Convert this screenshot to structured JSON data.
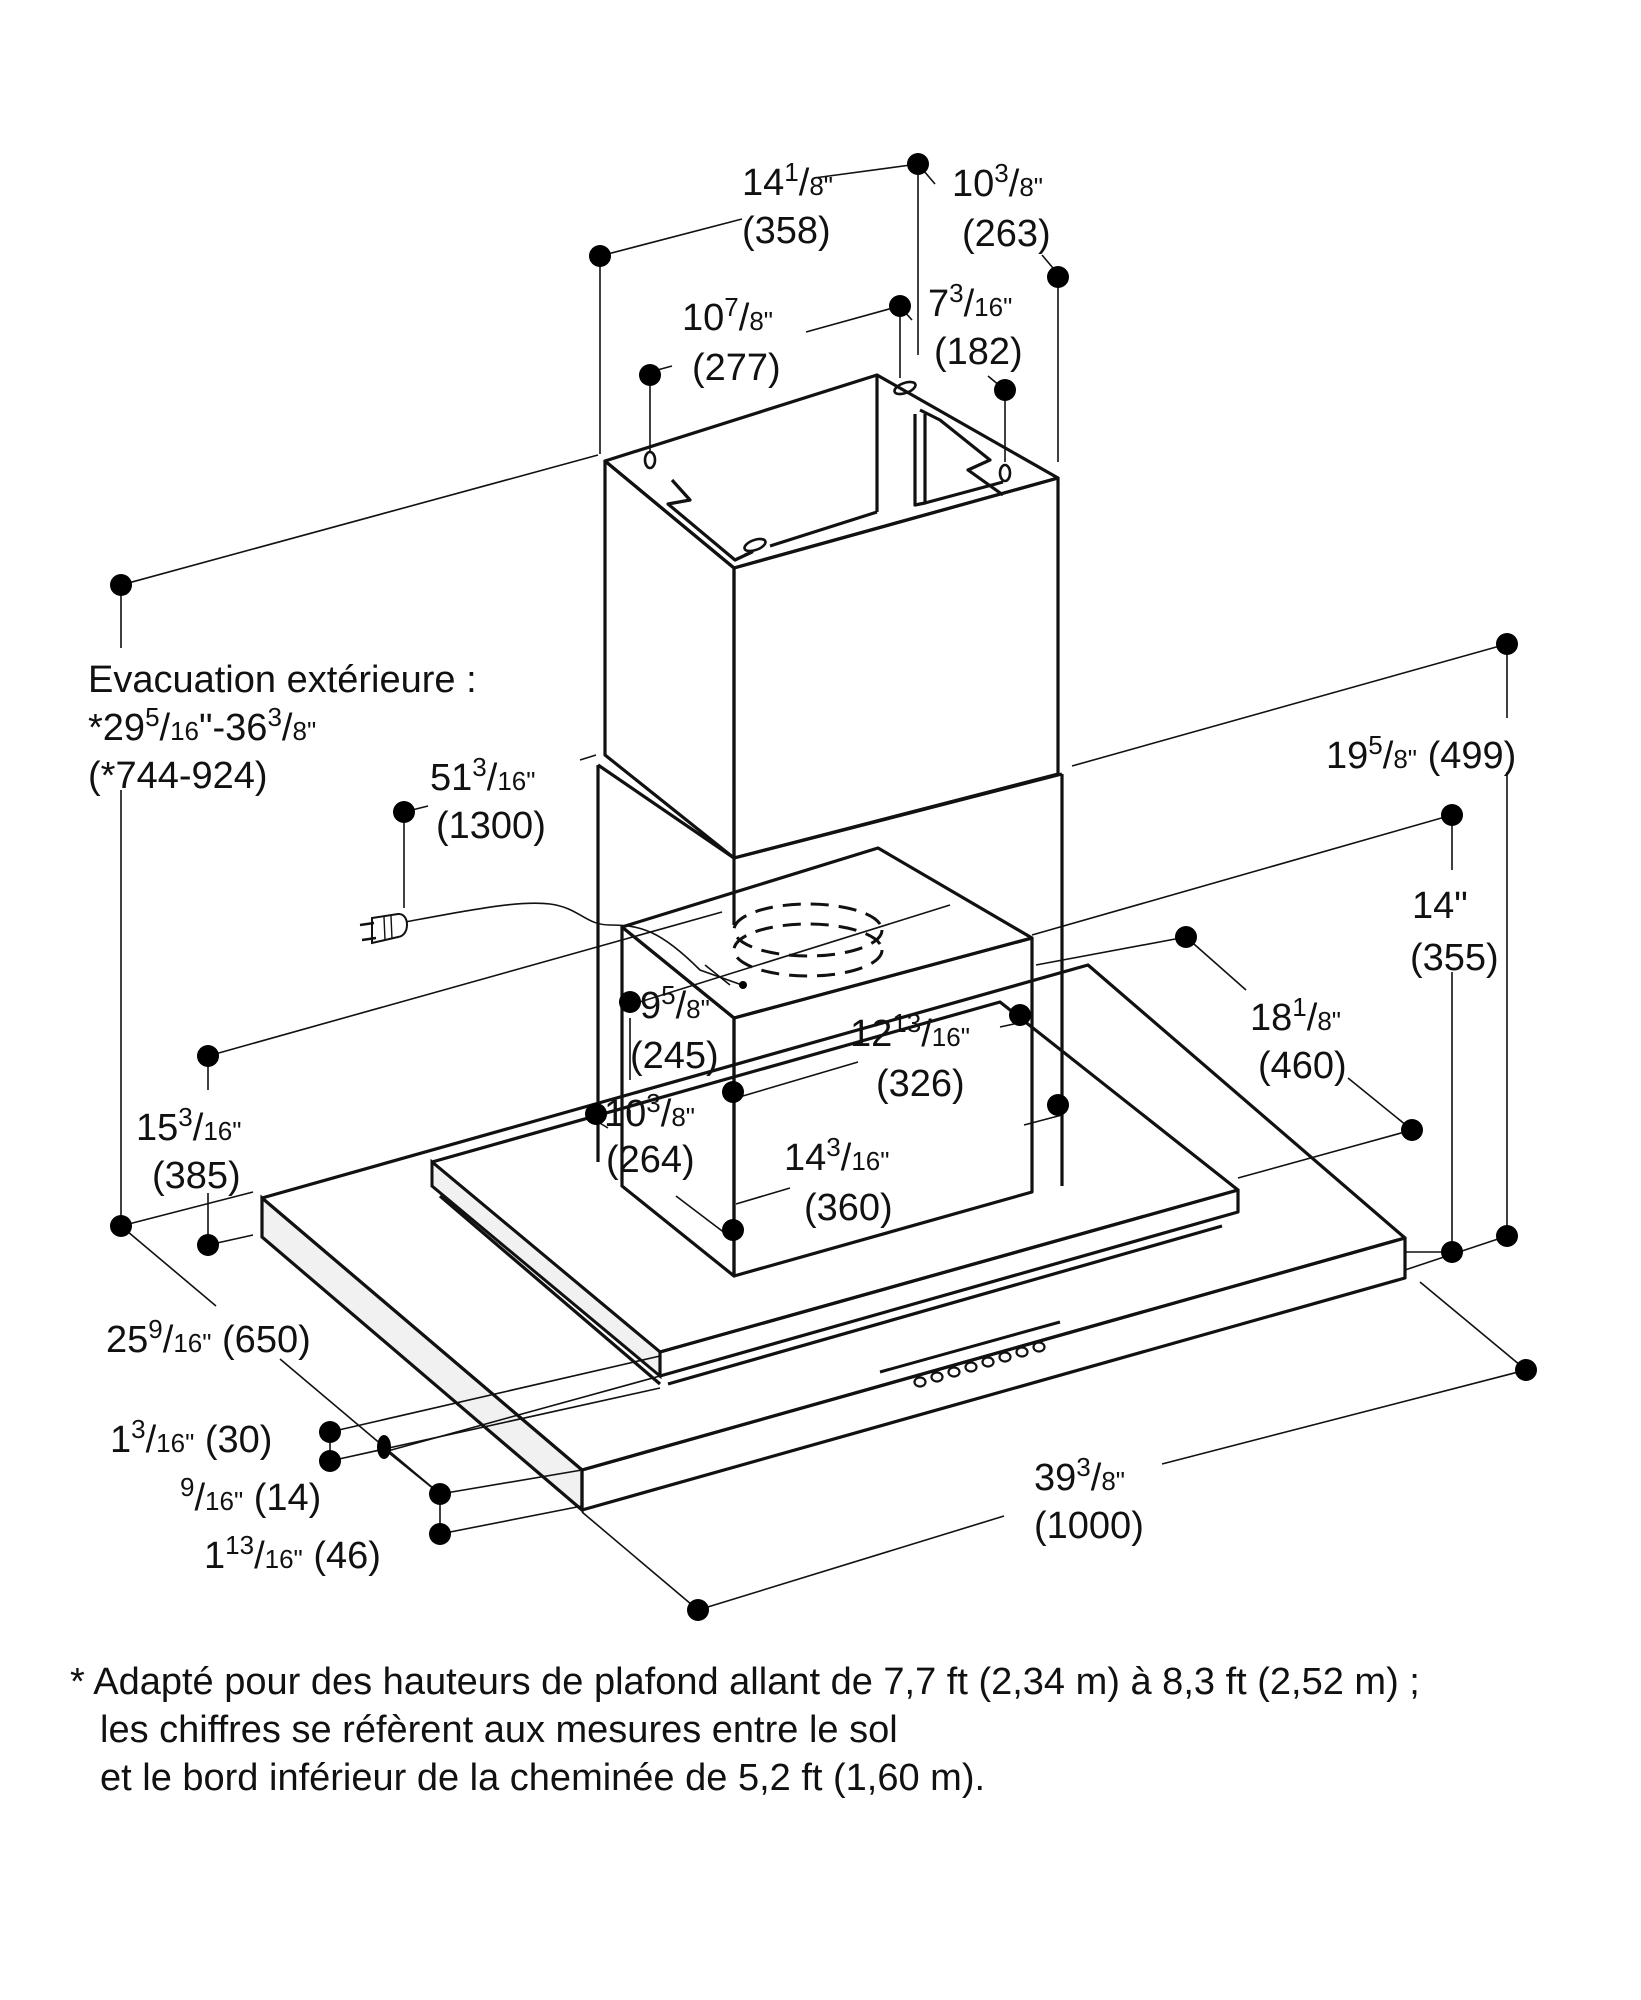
{
  "title": "Hotte îlot – schéma de dimensions",
  "dimensions": {
    "chimney_depth_top": {
      "whole": "14",
      "sup": "1",
      "den": "8",
      "mm": "(358)"
    },
    "chimney_width_top": {
      "whole": "10",
      "sup": "3",
      "den": "8",
      "mm": "(263)"
    },
    "bracket_depth": {
      "whole": "10",
      "sup": "7",
      "den": "8",
      "mm": "(277)"
    },
    "bracket_width": {
      "whole": "7",
      "sup": "3",
      "den": "16",
      "mm": "(182)"
    },
    "chimney_height": {
      "whole": "51",
      "sup": "3",
      "den": "16",
      "mm": "(1300)"
    },
    "total_depth": {
      "whole": "19",
      "sup": "5",
      "den": "8",
      "mm": "(499)"
    },
    "canopy_depth_inner": {
      "whole": "14",
      "sup": "",
      "den": "",
      "mm": "(355)"
    },
    "canopy_side": {
      "whole": "18",
      "sup": "1",
      "den": "8",
      "mm": "(460)"
    },
    "duct_height": {
      "whole": "9",
      "sup": "5",
      "den": "8",
      "mm": "(245)"
    },
    "box_width": {
      "whole": "12",
      "sup": "13",
      "den": "16",
      "mm": "(326)"
    },
    "box_depth": {
      "whole": "10",
      "sup": "3",
      "den": "8",
      "mm": "(264)"
    },
    "box_front": {
      "whole": "14",
      "sup": "3",
      "den": "16",
      "mm": "(360)"
    },
    "cord_offset": {
      "whole": "15",
      "sup": "3",
      "den": "16",
      "mm": "(385)"
    },
    "overall_depth": {
      "whole": "25",
      "sup": "9",
      "den": "16",
      "mm": "(650)"
    },
    "panel_thickness": {
      "whole": "1",
      "sup": "3",
      "den": "16",
      "mm": "(30)"
    },
    "gap": {
      "whole": "",
      "sup": "9",
      "den": "16",
      "mm": "(14)"
    },
    "body_thickness": {
      "whole": "1",
      "sup": "13",
      "den": "16",
      "mm": "(46)"
    },
    "overall_width": {
      "whole": "39",
      "sup": "3",
      "den": "8",
      "mm": "(1000)"
    }
  },
  "evacuation": {
    "title": "Evacuation extérieure :",
    "range_prefix": "*29",
    "range_sup1": "5",
    "range_den1": "16",
    "range_mid": "\"-36",
    "range_sup2": "3",
    "range_den2": "8",
    "range_mm": "(*744-924)"
  },
  "control_buttons_count": 8,
  "footnote": [
    "* Adapté pour des hauteurs de plafond allant de 7,7 ft (2,34 m) à 8,3 ft (2,52 m) ;",
    "les chiffres se réfèrent aux mesures entre le sol",
    "et le bord inférieur de la cheminée de 5,2 ft (1,60 m)."
  ]
}
